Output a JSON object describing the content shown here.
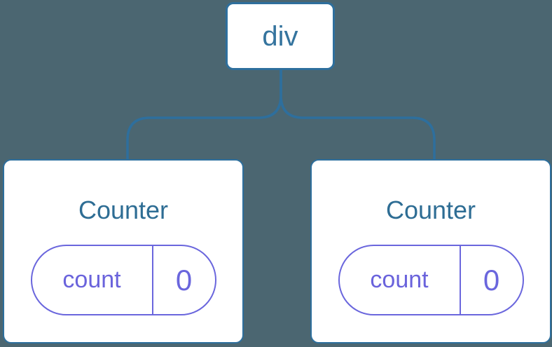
{
  "diagram": {
    "root": {
      "label": "div"
    },
    "children": [
      {
        "title": "Counter",
        "state": {
          "key": "count",
          "value": "0"
        }
      },
      {
        "title": "Counter",
        "state": {
          "key": "count",
          "value": "0"
        }
      }
    ]
  },
  "colors": {
    "background": "#4B6671",
    "connector": "#2E6F9D",
    "node_border": "#2E6F9D",
    "node_background": "#FFFFFF",
    "root_label_text": "#35749E",
    "component_title_text": "#2E6D94",
    "state_accent": "#6A66DD",
    "state_key_text": "#6A63DC"
  }
}
